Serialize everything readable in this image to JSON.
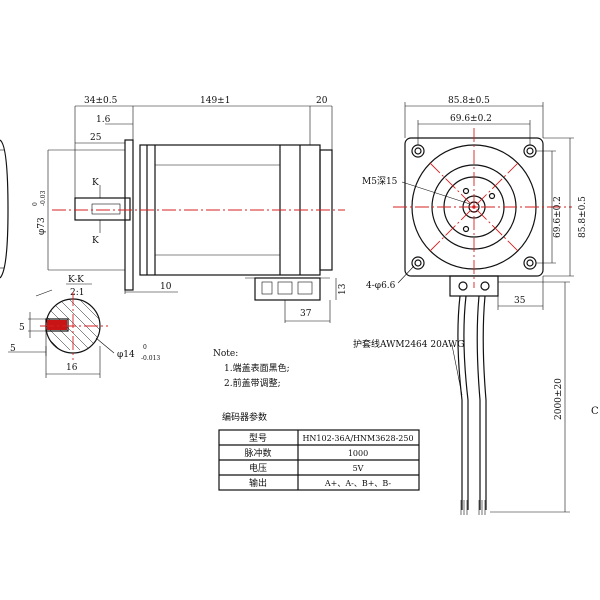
{
  "dimensions": {
    "front_len": "34±0.5",
    "body_len": "149±1",
    "rear_len": "20",
    "flange_thk": "1.6",
    "shaft_len": "25",
    "key_mark": "K",
    "diameter_73": "φ73",
    "tol_73_upper": "0",
    "tol_73_lower": "-0.03",
    "rear_offset": "10",
    "conn_height": "13",
    "conn_width": "37",
    "overall_width": "85.8±0.5",
    "hole_pitch": "69.6±0.2",
    "hole_pitch_v": "69.6±0.2",
    "overall_height": "85.8±0.5",
    "thread_hole": "M5深15",
    "mount_holes": "4-φ6.6",
    "cable_offset": "35",
    "cable_length": "2000±20",
    "section_title": "K-K",
    "section_scale": "2:1",
    "key_width": "5",
    "key_depth": "5",
    "shaft_diameter": "φ14",
    "tol_14_upper": "0",
    "tol_14_lower": "-0.013",
    "shaft_flat": "16"
  },
  "labels": {
    "cable_label": "护套线AWM2464 20AWG",
    "edge_char": "C"
  },
  "notes": {
    "title": "Note:",
    "items": [
      "1.端盖表面黑色;",
      "2.前盖带调整;"
    ]
  },
  "encoder_table": {
    "title": "编码器参数",
    "rows": [
      {
        "label": "型号",
        "value": "HN102-36A/HNM3628-250"
      },
      {
        "label": "脉冲数",
        "value": "1000"
      },
      {
        "label": "电压",
        "value": "5V"
      },
      {
        "label": "输出",
        "value": "A+、A-、B+、B-"
      }
    ]
  },
  "colors": {
    "centerline": "#d42020",
    "line": "#111111"
  }
}
